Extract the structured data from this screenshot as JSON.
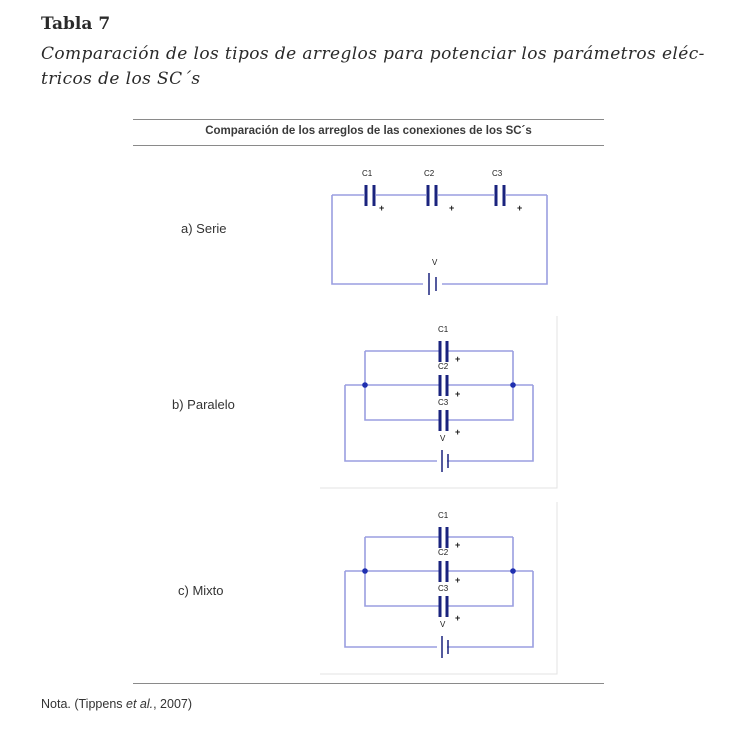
{
  "table": {
    "title": "Tabla 7",
    "subtitle": "Comparación de los tipos de arreglos para potenciar los parámetros eléc-tricos de los SC´s",
    "column_header": "Comparación de los arreglos de las conexiones de los SC´s"
  },
  "rows": [
    {
      "label": "a) Serie",
      "circuit": {
        "capacitors": [
          "C1",
          "C2",
          "C3"
        ],
        "source": "V",
        "plus": "+"
      }
    },
    {
      "label": "b) Paralelo",
      "circuit": {
        "capacitors": [
          "C1",
          "C2",
          "C3"
        ],
        "source": "V",
        "plus": "+"
      }
    },
    {
      "label": "c) Mixto",
      "circuit": {
        "capacitors": [
          "C1",
          "C2",
          "C3"
        ],
        "source": "V",
        "plus": "+"
      }
    }
  ],
  "note": {
    "prefix": "Nota. (Tippens ",
    "italic": "et al.",
    "suffix": ", 2007)"
  },
  "colors": {
    "wire": "#9a9ee0",
    "capacitor": "#1a237e",
    "node": "#1f2fb0"
  }
}
